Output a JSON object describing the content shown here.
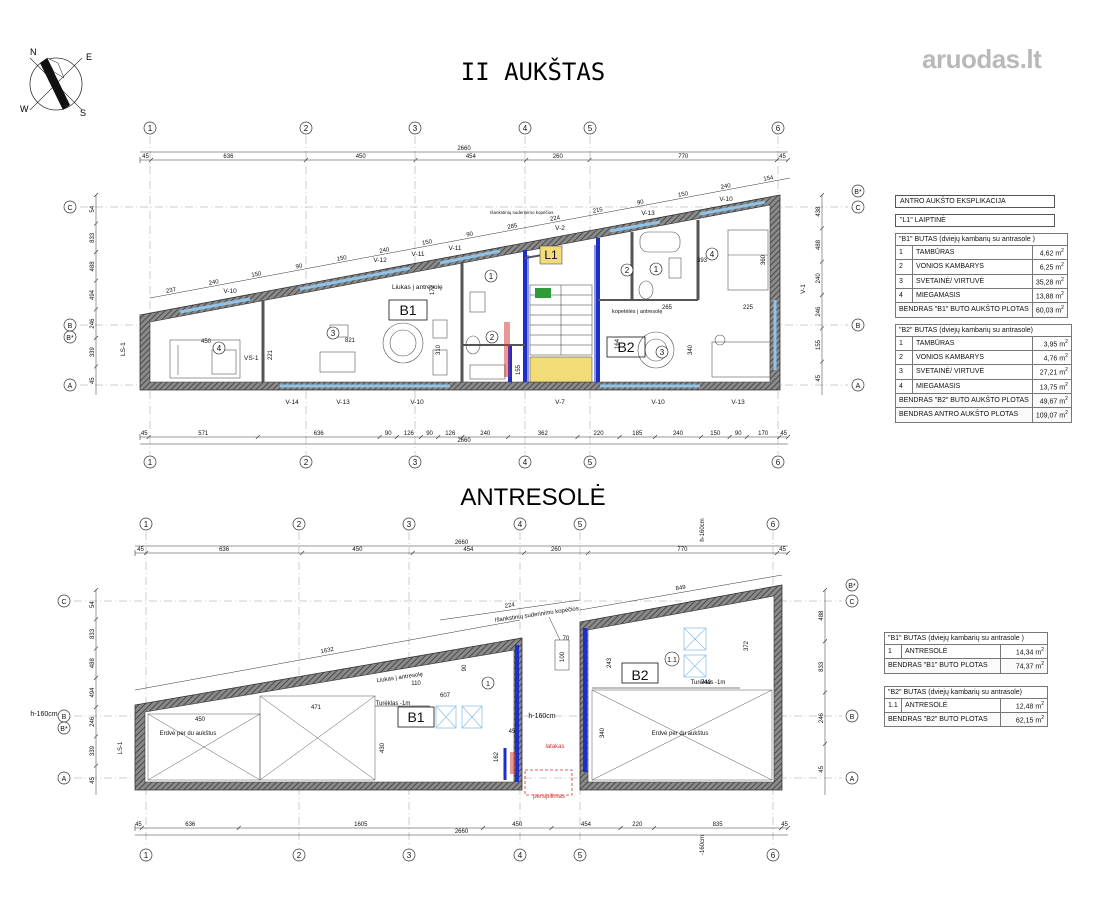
{
  "watermark": "aruodas.lt",
  "compass": {
    "n": "N",
    "e": "E",
    "s": "S",
    "w": "W"
  },
  "floor1": {
    "title": "II AUKŠTAS",
    "axes": [
      "1",
      "2",
      "3",
      "4",
      "5",
      "6"
    ],
    "rows": [
      "C",
      "B",
      "A",
      "B*"
    ],
    "units": {
      "b1": "B1",
      "b2": "B2",
      "l1": "L1"
    },
    "dims_top": [
      "45",
      "636",
      "450",
      "454",
      "260",
      "770",
      "45"
    ],
    "dims_top_total": "2660",
    "dims_bottom": [
      "45",
      "571",
      "636",
      "90",
      "126",
      "90",
      "126",
      "240",
      "362",
      "220",
      "185",
      "240",
      "150",
      "90",
      "170",
      "45"
    ],
    "dims_bottom_total": "2660",
    "left_dims": [
      "54",
      "833",
      "488",
      "494",
      "246",
      "339",
      "45"
    ],
    "right_dims": [
      "438",
      "488",
      "240",
      "246",
      "155",
      "45"
    ],
    "diag_dims": [
      "237",
      "240",
      "150",
      "90",
      "150",
      "240",
      "150",
      "90",
      "285",
      "224",
      "215",
      "90",
      "150",
      "240",
      "154"
    ],
    "walls_top": [
      "V-10",
      "V-12",
      "V-11",
      "V-11",
      "V-2",
      "V-13",
      "V-10",
      "V-1"
    ],
    "walls_bottom": [
      "V-14",
      "V-13",
      "V-10",
      "V-7",
      "V-10",
      "V-13"
    ],
    "rooms": [
      "4",
      "3",
      "1",
      "2",
      "1",
      "2",
      "3",
      "4"
    ],
    "inner_dims": [
      "450",
      "221",
      "821",
      "310",
      "172",
      "393",
      "360",
      "225",
      "265",
      "340",
      "155",
      "164"
    ],
    "notes": [
      "Liukas į antresolę",
      "kopetėlės į antresolę",
      "Išankstinių suderinimo kopėčios",
      "VS-1",
      "LS-1"
    ]
  },
  "floor2": {
    "title": "ANTRESOLĖ",
    "axes": [
      "1",
      "2",
      "3",
      "4",
      "5",
      "6"
    ],
    "rows": [
      "C",
      "B",
      "A",
      "B*"
    ],
    "units": {
      "b1": "B1",
      "b2": "B2"
    },
    "dims_top": [
      "45",
      "636",
      "450",
      "454",
      "260",
      "770",
      "45"
    ],
    "dims_top_total": "2660",
    "dims_bottom": [
      "45",
      "636",
      "1605",
      "450",
      "454",
      "220",
      "835",
      "45"
    ],
    "dims_bottom_total": "2660",
    "left_dims": [
      "54",
      "833",
      "488",
      "494",
      "246",
      "339",
      "45"
    ],
    "right_dims": [
      "488",
      "833",
      "246",
      "45"
    ],
    "diag_dims": [
      "1632",
      "224",
      "849"
    ],
    "inner_dims": [
      "450",
      "471",
      "430",
      "607",
      "110",
      "90",
      "243",
      "372",
      "740",
      "340",
      "162",
      "45",
      "70",
      "100"
    ],
    "labels": [
      "Erdvė per du aukštus",
      "Erdvė per du aukštus",
      "Turėklas -1m",
      "Turėklas -1m",
      "Liukas į antresolę",
      "h-160cm",
      "h-160cm",
      "h-160cm",
      "-160cm",
      "Išankstinių suderinimo kopėčios",
      "latakas",
      "persipilimas",
      "LS-1"
    ],
    "rooms": [
      "1",
      "1.1"
    ]
  },
  "expl1": {
    "header": "ANTRO AUKŠTO EKSPLIKACIJA",
    "l1": "\"L1\" LAIPTINĖ",
    "b1_title": "\"B1\" BUTAS (dviejų kambarių su antrasole )",
    "b1_rows": [
      {
        "n": "1",
        "name": "TAMBŪRAS",
        "val": "4,62"
      },
      {
        "n": "2",
        "name": "VONIOS KAMBARYS",
        "val": "6,25"
      },
      {
        "n": "3",
        "name": "SVETAINĖ/ VIRTUVĖ",
        "val": "35,28"
      },
      {
        "n": "4",
        "name": "MIEGAMASIS",
        "val": "13,88"
      }
    ],
    "b1_total_label": "BENDRAS \"B1\" BUTO AUKŠTO PLOTAS",
    "b1_total": "60,03",
    "b2_title": "\"B2\" BUTAS (dviejų kambarių su antrasole)",
    "b2_rows": [
      {
        "n": "1",
        "name": "TAMBŪRAS",
        "val": "3,95"
      },
      {
        "n": "2",
        "name": "VONIOS KAMBARYS",
        "val": "4,76"
      },
      {
        "n": "3",
        "name": "SVETAINĖ/ VIRTUVĖ",
        "val": "27,21"
      },
      {
        "n": "4",
        "name": "MIEGAMASIS",
        "val": "13,75"
      }
    ],
    "b2_total_label": "BENDRAS \"B2\" BUTO AUKŠTO PLOTAS",
    "b2_total": "49,67",
    "floor_total_label": "BENDRAS ANTRO AUKŠTO PLOTAS",
    "floor_total": "109,07",
    "unit": "m",
    "unit_sup": "2"
  },
  "expl2": {
    "b1_title": "\"B1\" BUTAS (dviejų kambarių su antrasole )",
    "b1_rows": [
      {
        "n": "1",
        "name": "ANTRESOLĖ",
        "val": "14,34"
      }
    ],
    "b1_total_label": "BENDRAS \"B1\" BUTO PLOTAS",
    "b1_total": "74,37",
    "b2_title": "\"B2\" BUTAS (dviejų kambarių su antrasole)",
    "b2_rows": [
      {
        "n": "1.1",
        "name": "ANTRESOLĖ",
        "val": "12,48"
      }
    ],
    "b2_total_label": "BENDRAS \"B2\" BUTO PLOTAS",
    "b2_total": "62,15",
    "unit": "m",
    "unit_sup": "2"
  },
  "colors": {
    "wall": "#555555",
    "blue": "#1e2ec9",
    "window": "#8fc3e8",
    "dim": "#333333",
    "red": "#d32f2f",
    "green": "#2e9b3a",
    "yellow": "#f2dc7a",
    "grid": "#999999"
  }
}
